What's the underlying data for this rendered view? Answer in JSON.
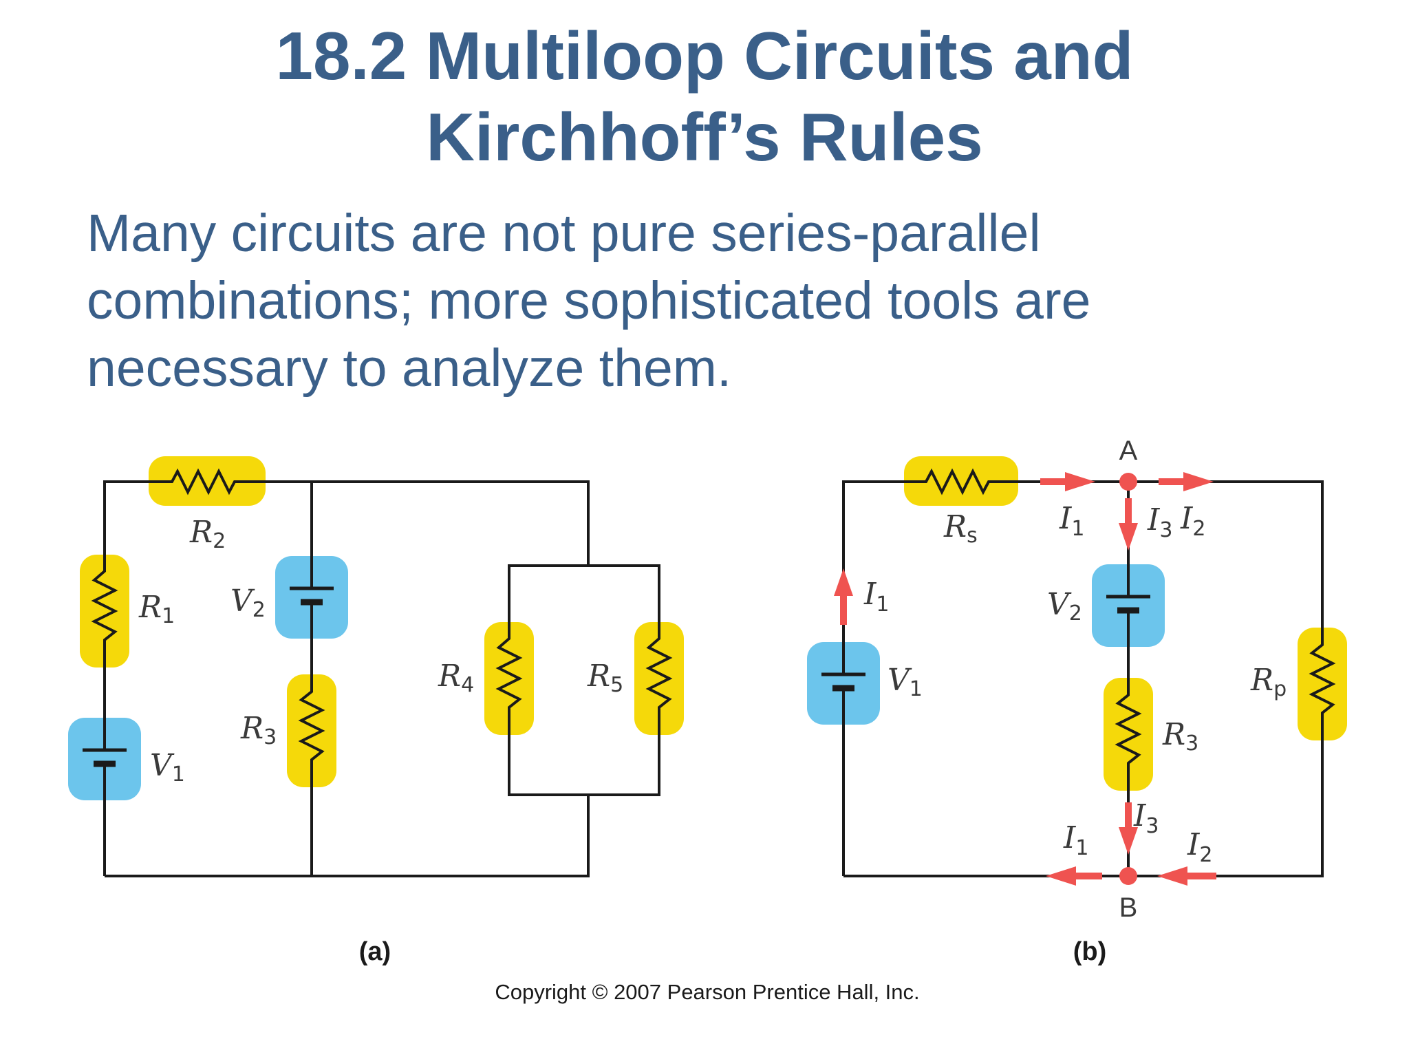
{
  "title": {
    "line1": "18.2 Multiloop Circuits and",
    "line2": "Kirchhoff’s Rules"
  },
  "body": {
    "line1": "Many circuits are not pure series-parallel",
    "line2": "combinations; more sophisticated tools are",
    "line3": "necessary to analyze them."
  },
  "figure_a": {
    "caption": "(a)",
    "labels": {
      "R2": {
        "main": "R",
        "sub": "2"
      },
      "R1": {
        "main": "R",
        "sub": "1"
      },
      "V2": {
        "main": "V",
        "sub": "2"
      },
      "R3": {
        "main": "R",
        "sub": "3"
      },
      "V1": {
        "main": "V",
        "sub": "1"
      },
      "R4": {
        "main": "R",
        "sub": "4"
      },
      "R5": {
        "main": "R",
        "sub": "5"
      }
    }
  },
  "figure_b": {
    "caption": "(b)",
    "nodes": {
      "top": "A",
      "bottom": "B"
    },
    "labels": {
      "Rs": {
        "main": "R",
        "sub": "s"
      },
      "V2": {
        "main": "V",
        "sub": "2"
      },
      "V1": {
        "main": "V",
        "sub": "1"
      },
      "R3": {
        "main": "R",
        "sub": "3"
      },
      "Rp": {
        "main": "R",
        "sub": "p"
      }
    },
    "currents": {
      "I1_top": {
        "main": "I",
        "sub": "1"
      },
      "I3_top": {
        "main": "I",
        "sub": "3"
      },
      "I2_top": {
        "main": "I",
        "sub": "2"
      },
      "I1_left": {
        "main": "I",
        "sub": "1"
      },
      "I3_bottom": {
        "main": "I",
        "sub": "3"
      },
      "I1_bottom": {
        "main": "I",
        "sub": "1"
      },
      "I2_bottom": {
        "main": "I",
        "sub": "2"
      }
    }
  },
  "copyright": "Copyright © 2007 Pearson Prentice Hall, Inc.",
  "colors": {
    "title": "#3a5f89",
    "resistor": "#f5d90a",
    "battery": "#6cc5ec",
    "arrow": "#ef5350"
  }
}
